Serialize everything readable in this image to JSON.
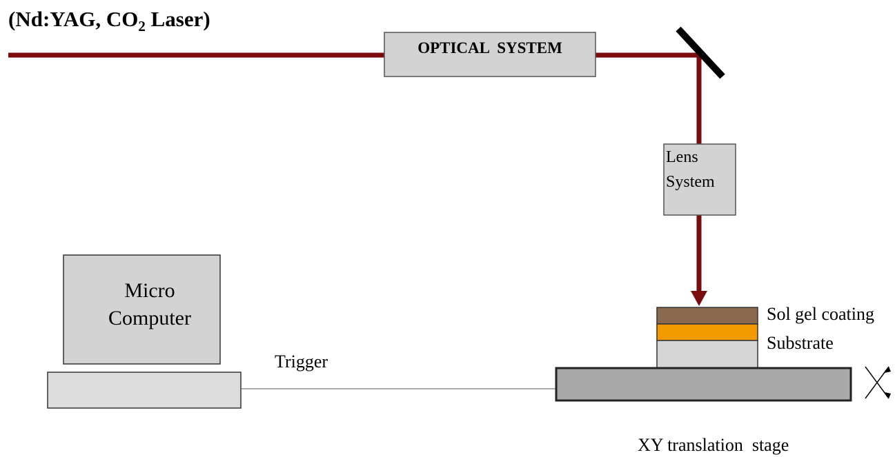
{
  "source": {
    "prefix": "(Nd:YAG, CO",
    "subscript": "2",
    "suffix": " Laser)"
  },
  "optical_system": {
    "label": "OPTICAL  SYSTEM"
  },
  "lens_system": {
    "line1": "Lens",
    "line2": "System"
  },
  "micro_computer": {
    "line1": "Micro",
    "line2": "Computer"
  },
  "trigger": {
    "label": "Trigger"
  },
  "sample": {
    "coating_label": "Sol gel coating",
    "substrate_label": "Substrate"
  },
  "stage": {
    "label": "XY translation  stage"
  },
  "colors": {
    "beam": "#7a0c10",
    "box_fill": "#d3d3d3",
    "stage_fill": "#a9a9a9",
    "coating": "#8a6a4e",
    "substrate_orange": "#f39a00",
    "substrate_base": "#d6d6d6",
    "mirror": "#000000",
    "trigger_line": "#555555"
  }
}
